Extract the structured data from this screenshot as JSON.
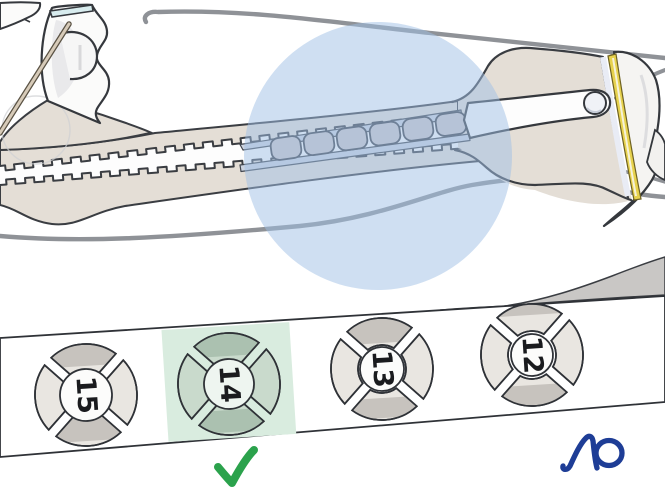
{
  "gauge": {
    "sizes": [
      {
        "label": "15",
        "selected": false
      },
      {
        "label": "14",
        "selected": true
      },
      {
        "label": "13",
        "selected": false
      },
      {
        "label": "12",
        "selected": false
      }
    ],
    "selected": "14",
    "selected_highlight_color": "#d9ecdf",
    "check_color": "#2ba24c"
  },
  "anatomy_highlight": {
    "color": "#9fc0e6"
  },
  "growth_plate_color": "#e7d24e",
  "logo": {
    "text": "AO",
    "color": "#1e3d96"
  }
}
